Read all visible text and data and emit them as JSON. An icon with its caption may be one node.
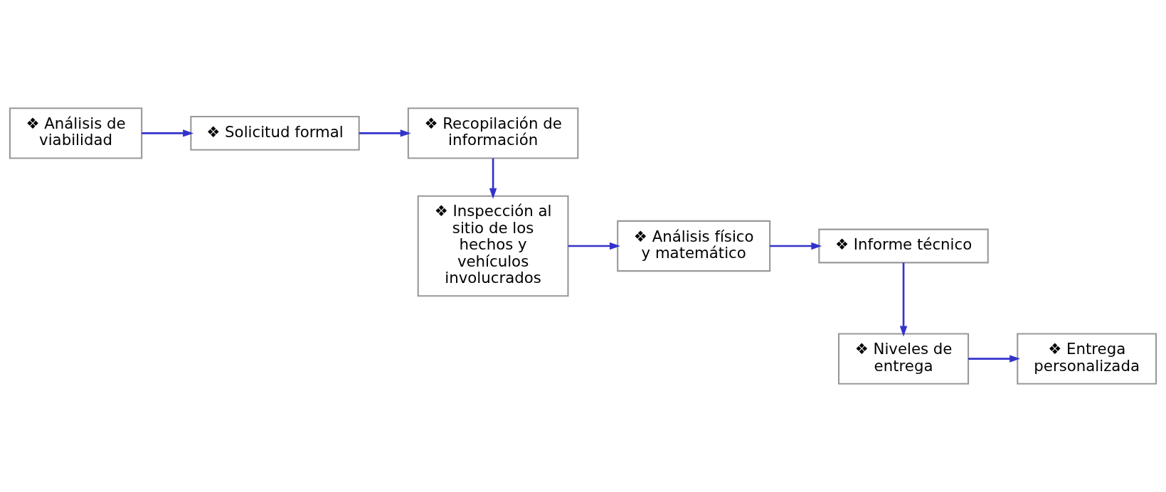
{
  "diagram": {
    "nodes": [
      {
        "text": [
          "❖ Análisis de viabilidad"
        ]
      },
      {
        "text": [
          "❖ Solicitud formal"
        ]
      },
      {
        "text": [
          "❖ Recopilación de información"
        ]
      },
      {
        "text": [
          "❖ Inspección al sitio de los hechos y vehículos involucrados"
        ]
      },
      {
        "text": [
          "❖ Análisis físico y matemático"
        ]
      },
      {
        "text": [
          "❖ Informe técnico"
        ]
      },
      {
        "text": [
          "❖ Niveles de entrega"
        ]
      },
      {
        "text": [
          "❖ Entrega personalizada"
        ]
      }
    ],
    "edges": [
      {
        "from": 0,
        "to": 1,
        "arrow": "to"
      },
      {
        "from": 1,
        "to": 2,
        "arrow": "to"
      },
      {
        "from": 2,
        "to": 3,
        "arrow": "to"
      },
      {
        "from": 3,
        "to": 4,
        "arrow": "to"
      },
      {
        "from": 4,
        "to": 5,
        "arrow": "to"
      },
      {
        "from": 5,
        "to": 6,
        "arrow": "to"
      },
      {
        "from": 6,
        "to": 7,
        "arrow": "to"
      }
    ]
  }
}
